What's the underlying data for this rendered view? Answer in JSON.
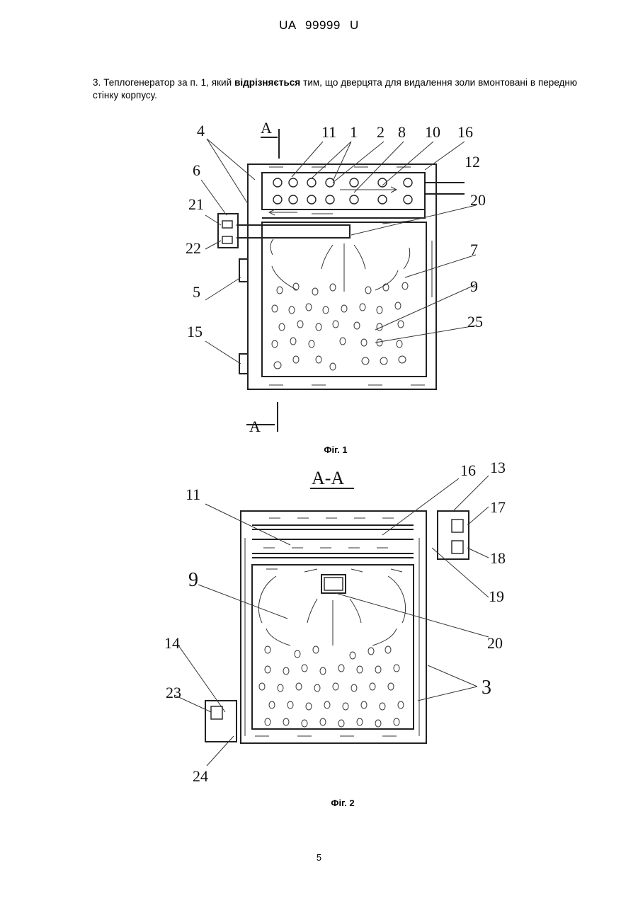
{
  "header": {
    "patent_number": "UA 99999 U"
  },
  "claim": {
    "before": "3. Теплогенератор за п. 1, який ",
    "bold": "відрізняється",
    "after": " тим, що дверцята для видалення золи вмонтовані в передню стінку корпусу."
  },
  "figure1": {
    "caption": "Фіг. 1",
    "section_marks": [
      "A",
      "A"
    ],
    "labels": [
      "4",
      "6",
      "21",
      "22",
      "5",
      "15",
      "11",
      "1",
      "2",
      "8",
      "10",
      "16",
      "12",
      "20",
      "7",
      "9",
      "25"
    ]
  },
  "figure2": {
    "caption": "Фіг. 2",
    "section_title": "A-A",
    "labels": [
      "11",
      "9",
      "16",
      "13",
      "17",
      "18",
      "19",
      "20",
      "14",
      "23",
      "3",
      "24"
    ]
  },
  "page_number": "5"
}
